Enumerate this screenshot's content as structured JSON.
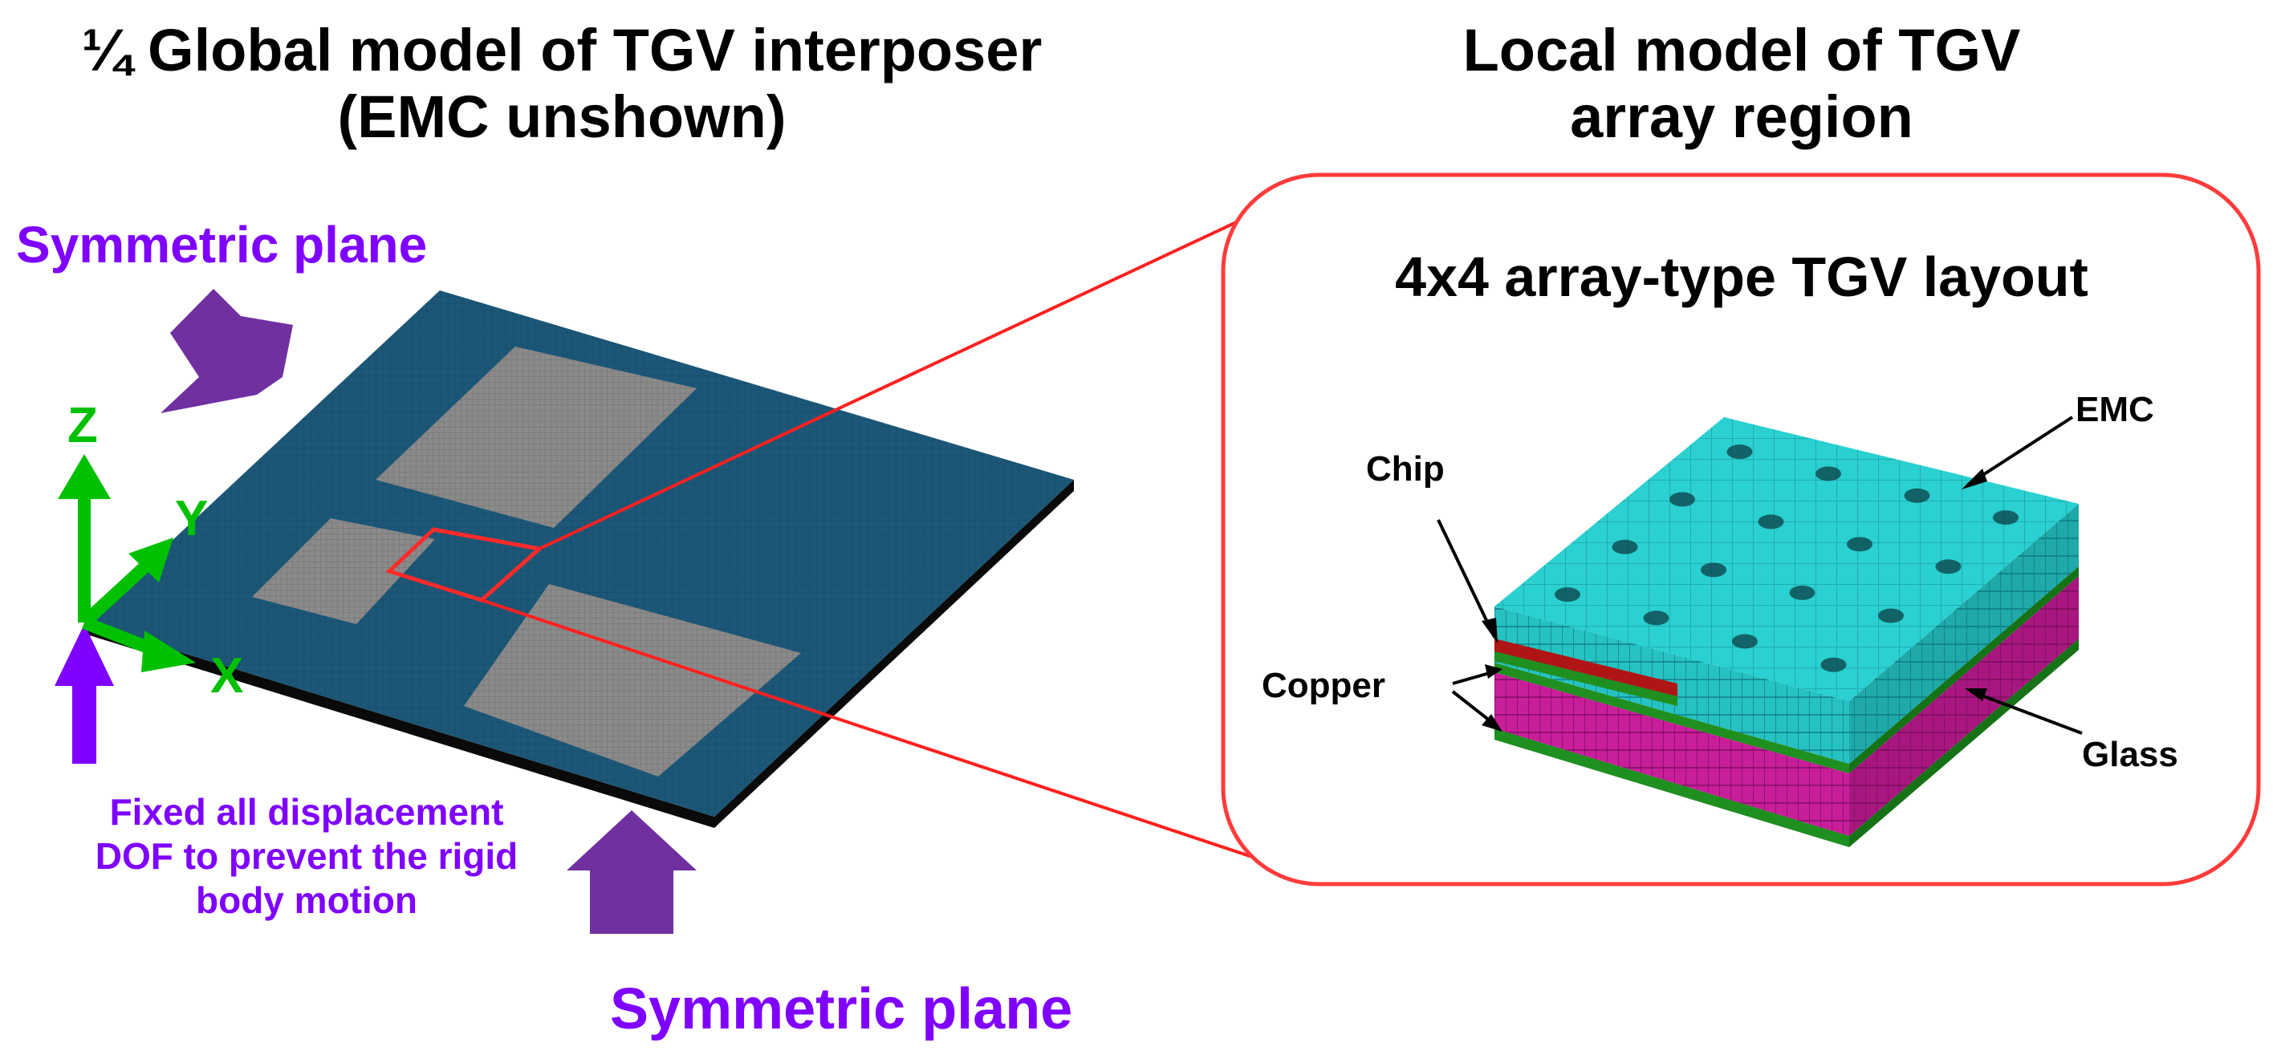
{
  "left_panel": {
    "title_line1": "¼ Global model of TGV interposer",
    "title_line2": "(EMC unshown)",
    "symmetric_plane_top": "Symmetric plane",
    "symmetric_plane_bottom": "Symmetric plane",
    "fixed_note": [
      "Fixed all displacement",
      "DOF to prevent the rigid",
      "body motion"
    ],
    "axes": {
      "x": "X",
      "y": "Y",
      "z": "Z"
    }
  },
  "right_panel": {
    "title_line1": "Local model of TGV",
    "title_line2": "array region",
    "layout_title": "4x4 array-type TGV layout",
    "labels": {
      "emc": "EMC",
      "chip": "Chip",
      "copper": "Copper",
      "glass": "Glass"
    }
  },
  "colors": {
    "interposer": "#1d5777",
    "chip_pad": "#8a8a8a",
    "highlight": "#ff2a2a",
    "axis_green": "#00c000",
    "arrow_purple": "#7030a0",
    "text_purple": "#7f00ff",
    "emc": "#26c2c2",
    "glass": "#c81e9a",
    "copper_chip": "#b01515",
    "layer_green": "#1f8f1f"
  }
}
